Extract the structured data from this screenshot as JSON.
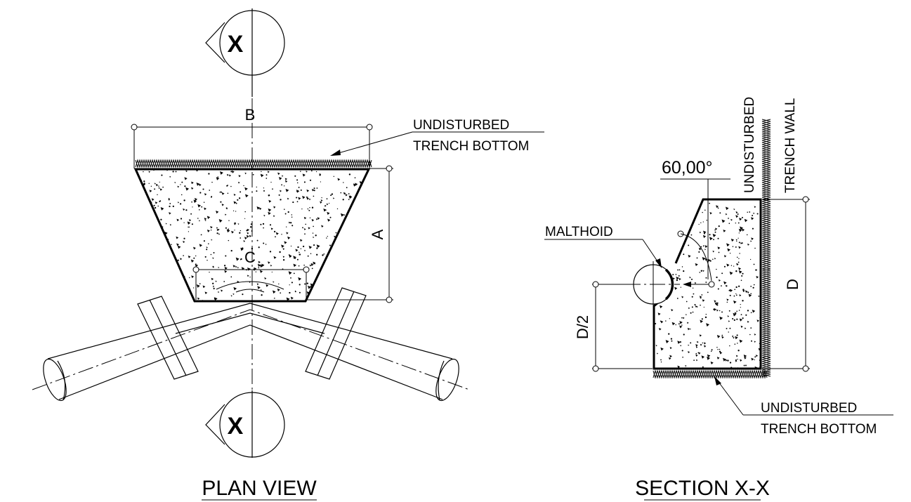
{
  "plan_view": {
    "title": "PLAN VIEW",
    "section_marker_top": "X",
    "section_marker_bottom": "X",
    "dim_b": "B",
    "dim_a": "A",
    "dim_c": "C",
    "callout_line1": "UNDISTURBED",
    "callout_line2": "TRENCH BOTTOM"
  },
  "section_view": {
    "title": "SECTION X-X",
    "angle_label": "60,00°",
    "malthoid_label": "MALTHOID",
    "wall_label_1": "UNDISTURBED",
    "wall_label_2": "TRENCH WALL",
    "dim_d": "D",
    "dim_d_half": "D/2",
    "callout_line1": "UNDISTURBED",
    "callout_line2": "TRENCH BOTTOM"
  }
}
